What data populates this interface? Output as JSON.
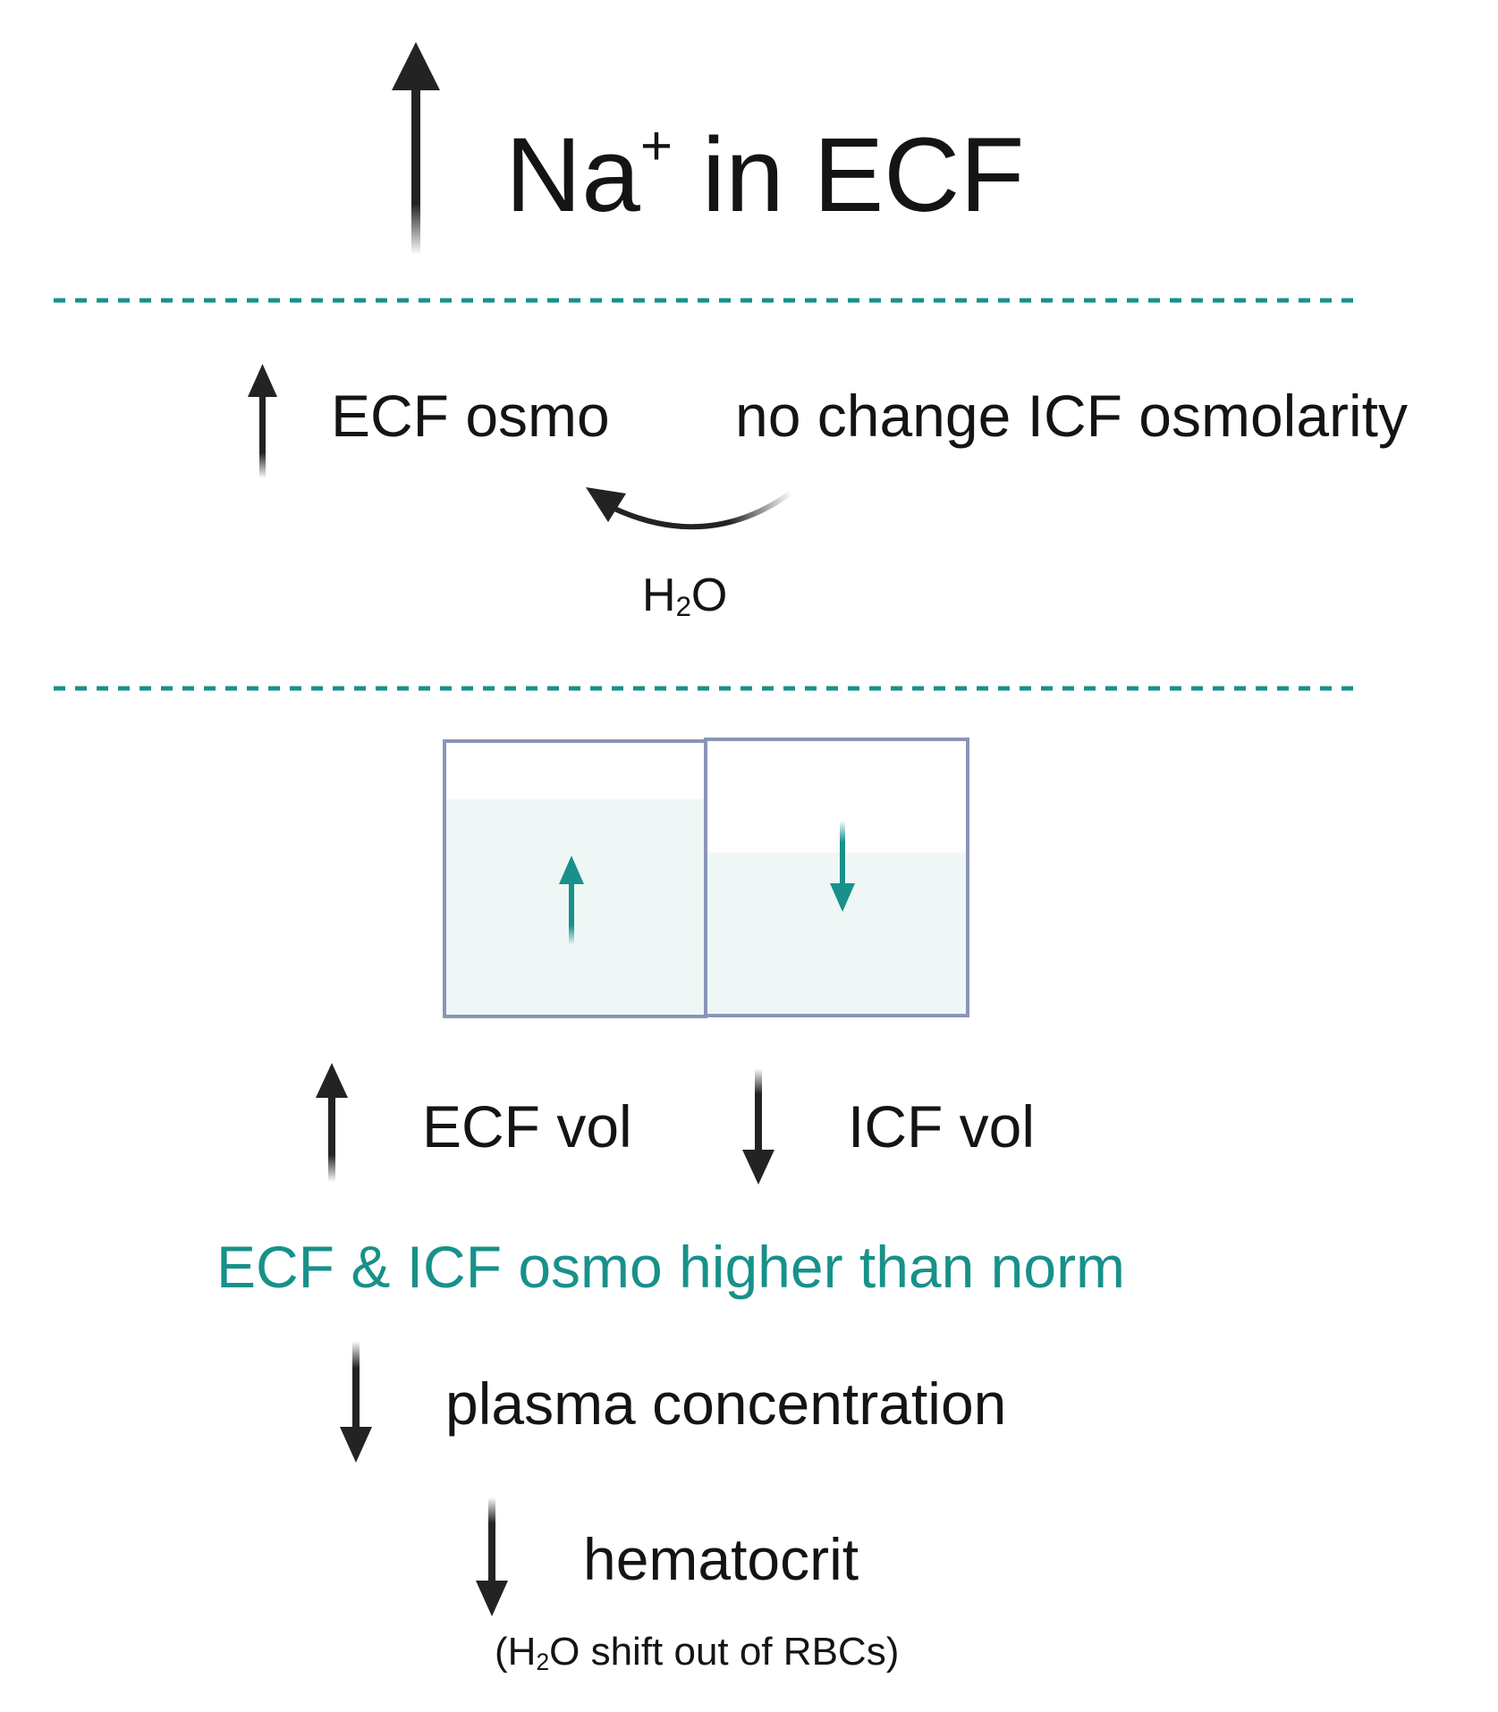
{
  "title": {
    "main": "Na",
    "superscript": "+",
    "rest": " in ECF"
  },
  "osmolarity": {
    "ecf_label": "ECF osmo",
    "icf_label": "no change ICF osmolarity",
    "shift": {
      "prefix": "H",
      "subscript": "2",
      "suffix": "O"
    }
  },
  "compartments": {
    "ecf_fill_level": 0.79,
    "icf_fill_level": 0.59
  },
  "volumes": {
    "ecf_label": "ECF vol",
    "icf_label": "ICF vol"
  },
  "result": {
    "highlight": "ECF & ICF osmo higher than norm",
    "plasma": "plasma concentration",
    "hematocrit": "hematocrit",
    "note": {
      "open": "(H",
      "subscript": "2",
      "rest": "O shift out of RBCs)"
    }
  },
  "colors": {
    "accent": "#17918a",
    "box_border": "#8b94b8",
    "fill": "#eef7f5",
    "arrow": "#232323",
    "divider": "#17918a"
  }
}
